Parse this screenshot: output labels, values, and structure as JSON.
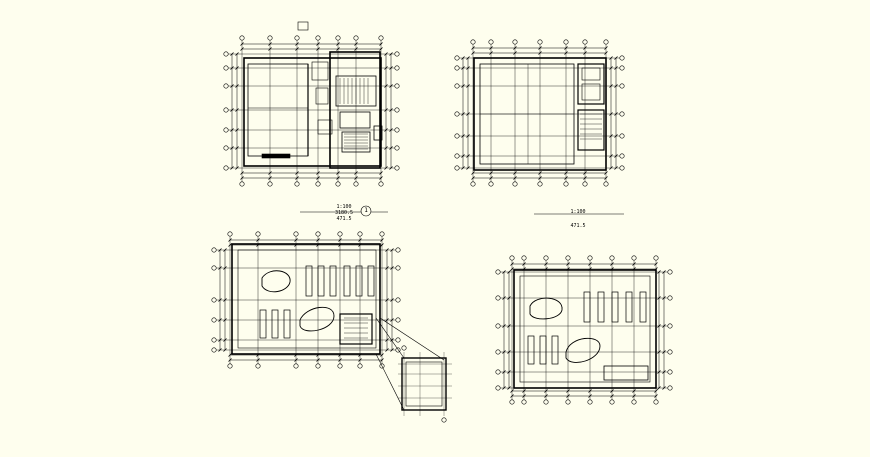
{
  "theme": {
    "background": "#fefeee",
    "line": "#000000"
  },
  "plans": {
    "first": {
      "scale": "1:100",
      "dim": "3180.5",
      "dim2": "471.5",
      "marker": "1"
    },
    "second": {
      "scale": "1:100",
      "dim": "471.5"
    }
  }
}
